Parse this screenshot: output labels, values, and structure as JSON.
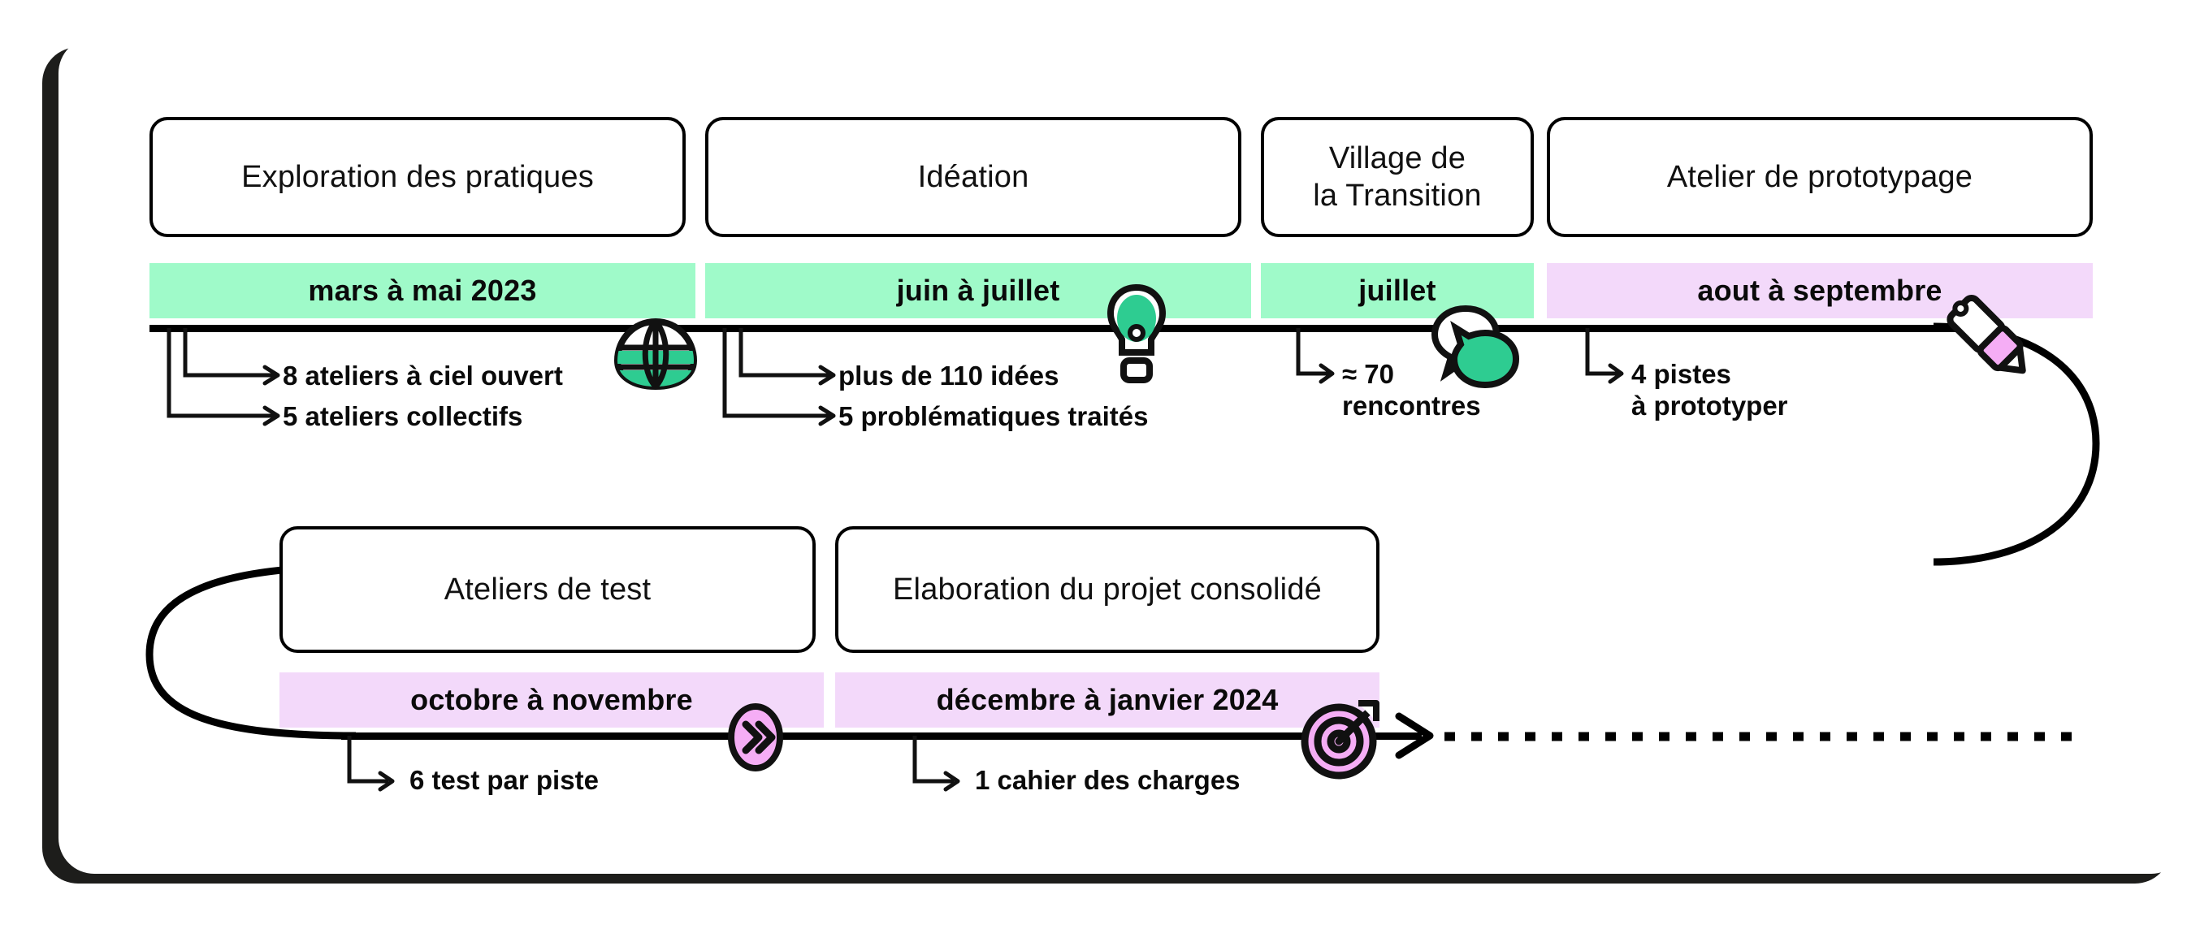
{
  "diagram": {
    "title_semantic": "project-timeline-roadmap",
    "colors": {
      "green_band": "#9FFAC9",
      "pink_band": "#F3D9FA",
      "green_accent": "#2ECC91",
      "pink_accent": "#F5ADF5",
      "line": "#000000",
      "card": "#FFFFFF",
      "card_shadow": "#1D1D1B"
    }
  },
  "row_top": {
    "phases": [
      {
        "label": "Exploration des pratiques",
        "date": "mars à mai 2023",
        "band_color": "green"
      },
      {
        "label": "Idéation",
        "date": "juin à juillet",
        "band_color": "green"
      },
      {
        "label": "Village de\nla Transition",
        "date": "juillet",
        "band_color": "green"
      },
      {
        "label": "Atelier de prototypage",
        "date": "aout à septembre",
        "band_color": "pink"
      }
    ],
    "annotations": [
      {
        "group": 0,
        "items": [
          "8 ateliers à ciel ouvert",
          "5 ateliers collectifs"
        ]
      },
      {
        "group": 1,
        "items": [
          "plus de 110 idées",
          "5 problématiques traités"
        ]
      },
      {
        "group": 2,
        "items": [
          "≈ 70\nrencontres"
        ]
      },
      {
        "group": 3,
        "items": [
          "4 pistes\nà prototyper"
        ]
      }
    ],
    "icons": [
      {
        "name": "globe-icon",
        "after_phase": 0
      },
      {
        "name": "lightbulb-icon",
        "after_phase": 1
      },
      {
        "name": "speech-bubbles-icon",
        "after_phase": 2
      },
      {
        "name": "pen-icon",
        "after_phase": 3
      }
    ]
  },
  "row_bottom": {
    "phases": [
      {
        "label": "Ateliers de test",
        "date": "octobre à novembre",
        "band_color": "pink"
      },
      {
        "label": "Elaboration du projet consolidé",
        "date": "décembre à janvier 2024",
        "band_color": "pink"
      }
    ],
    "annotations": [
      {
        "group": 0,
        "items": [
          "6 test par piste"
        ]
      },
      {
        "group": 1,
        "items": [
          "1 cahier des charges"
        ]
      }
    ],
    "icons": [
      {
        "name": "chevrons-right-icon",
        "after_phase": 0
      },
      {
        "name": "target-icon",
        "after_phase": 1
      }
    ],
    "continuation": {
      "name": "dashed-future-line",
      "style": "dashed"
    }
  }
}
